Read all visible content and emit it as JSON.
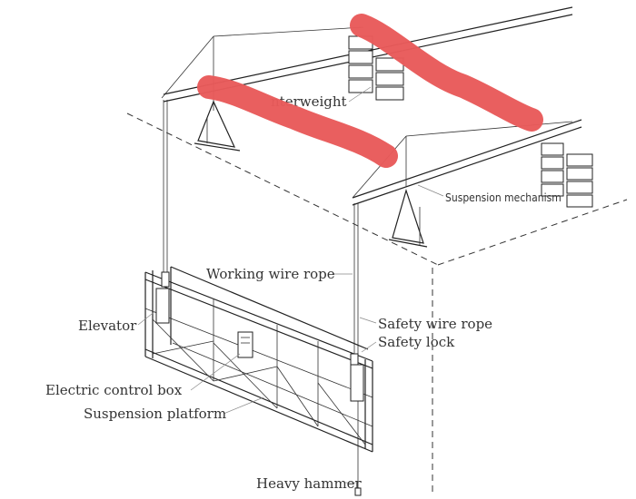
{
  "labels": {
    "counterweight": "nterweight",
    "suspension_mechanism": "Suspension mechanism",
    "working_wire_rope": "Working wire rope",
    "elevator": "Elevator",
    "safety_wire_rope": "Safety wire rope",
    "safety_lock": "Safety lock",
    "electric_control_box": "Electric control box",
    "suspension_platform": "Suspension platform",
    "heavy_hammer": "Heavy hammer"
  },
  "colors": {
    "redaction": "#e85a5a",
    "line": "#222222",
    "text": "#333333"
  }
}
